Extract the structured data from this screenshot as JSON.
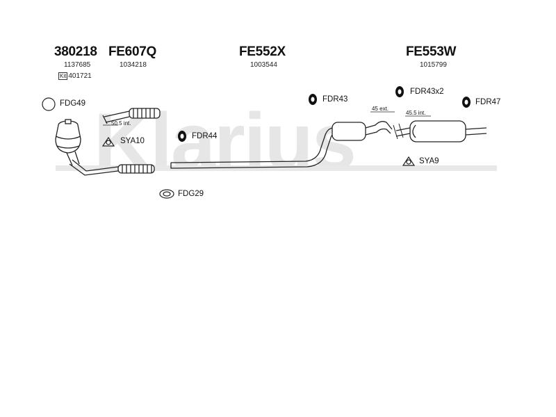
{
  "watermark": {
    "brand": "Klarius",
    "color": "#e5e5e5"
  },
  "parts": {
    "p380218": {
      "code": "380218",
      "ref": "1137685",
      "kit_label": "Kit",
      "kit_ref": "401721"
    },
    "fe607q": {
      "code": "FE607Q",
      "ref": "1034218"
    },
    "fe552x": {
      "code": "FE552X",
      "ref": "1003544"
    },
    "fe553w": {
      "code": "FE553W",
      "ref": "1015799"
    }
  },
  "fittings": {
    "fdg49": "FDG49",
    "sya10": "SYA10",
    "fdr44": "FDR44",
    "fdg29": "FDG29",
    "fdr43": "FDR43",
    "fdr43x2": "FDR43x2",
    "fdr47": "FDR47",
    "sya9": "SYA9"
  },
  "dimensions": {
    "d505": "50.5 int.",
    "d45ext": "45 ext.",
    "d455": "45.5 int."
  }
}
